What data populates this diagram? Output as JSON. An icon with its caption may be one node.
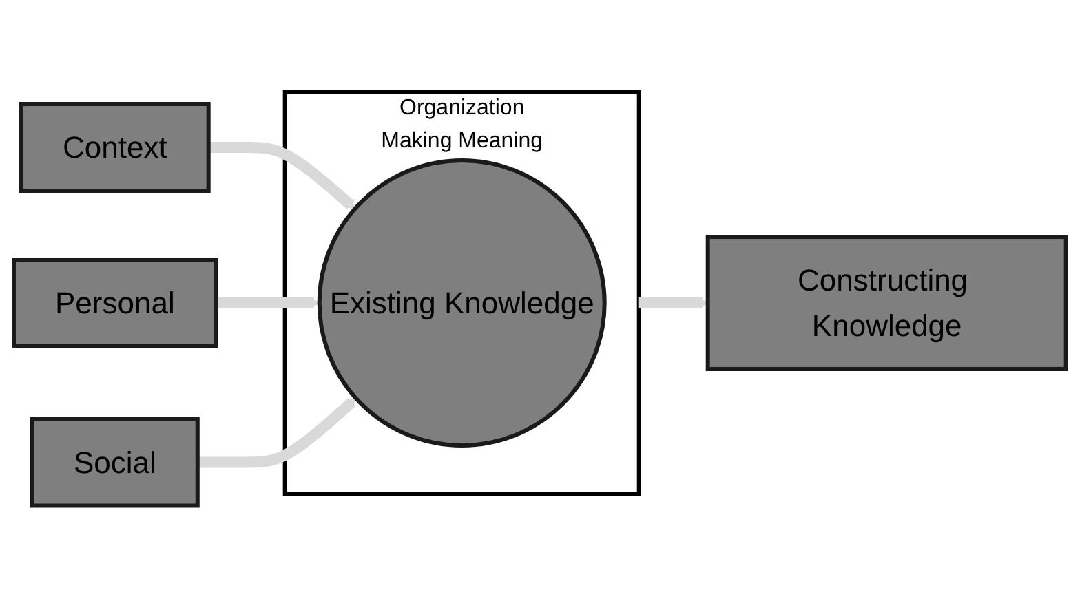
{
  "diagram": {
    "nodes": [
      {
        "text": [
          "Context"
        ]
      },
      {
        "text": [
          "Personal"
        ]
      },
      {
        "text": [
          "Social"
        ]
      },
      {
        "text": [
          "Organization",
          "Making Meaning"
        ]
      },
      {
        "text": [
          "Existing Knowledge"
        ],
        "in": 3
      },
      {
        "text": [
          "Constructing Knowledge"
        ]
      }
    ],
    "edges": [
      {
        "from": 0,
        "to": 4,
        "arrow": "to"
      },
      {
        "from": 1,
        "to": 4,
        "arrow": "to"
      },
      {
        "from": 2,
        "to": 4,
        "arrow": "to"
      },
      {
        "from": 3,
        "to": 5,
        "arrow": "to"
      }
    ]
  }
}
